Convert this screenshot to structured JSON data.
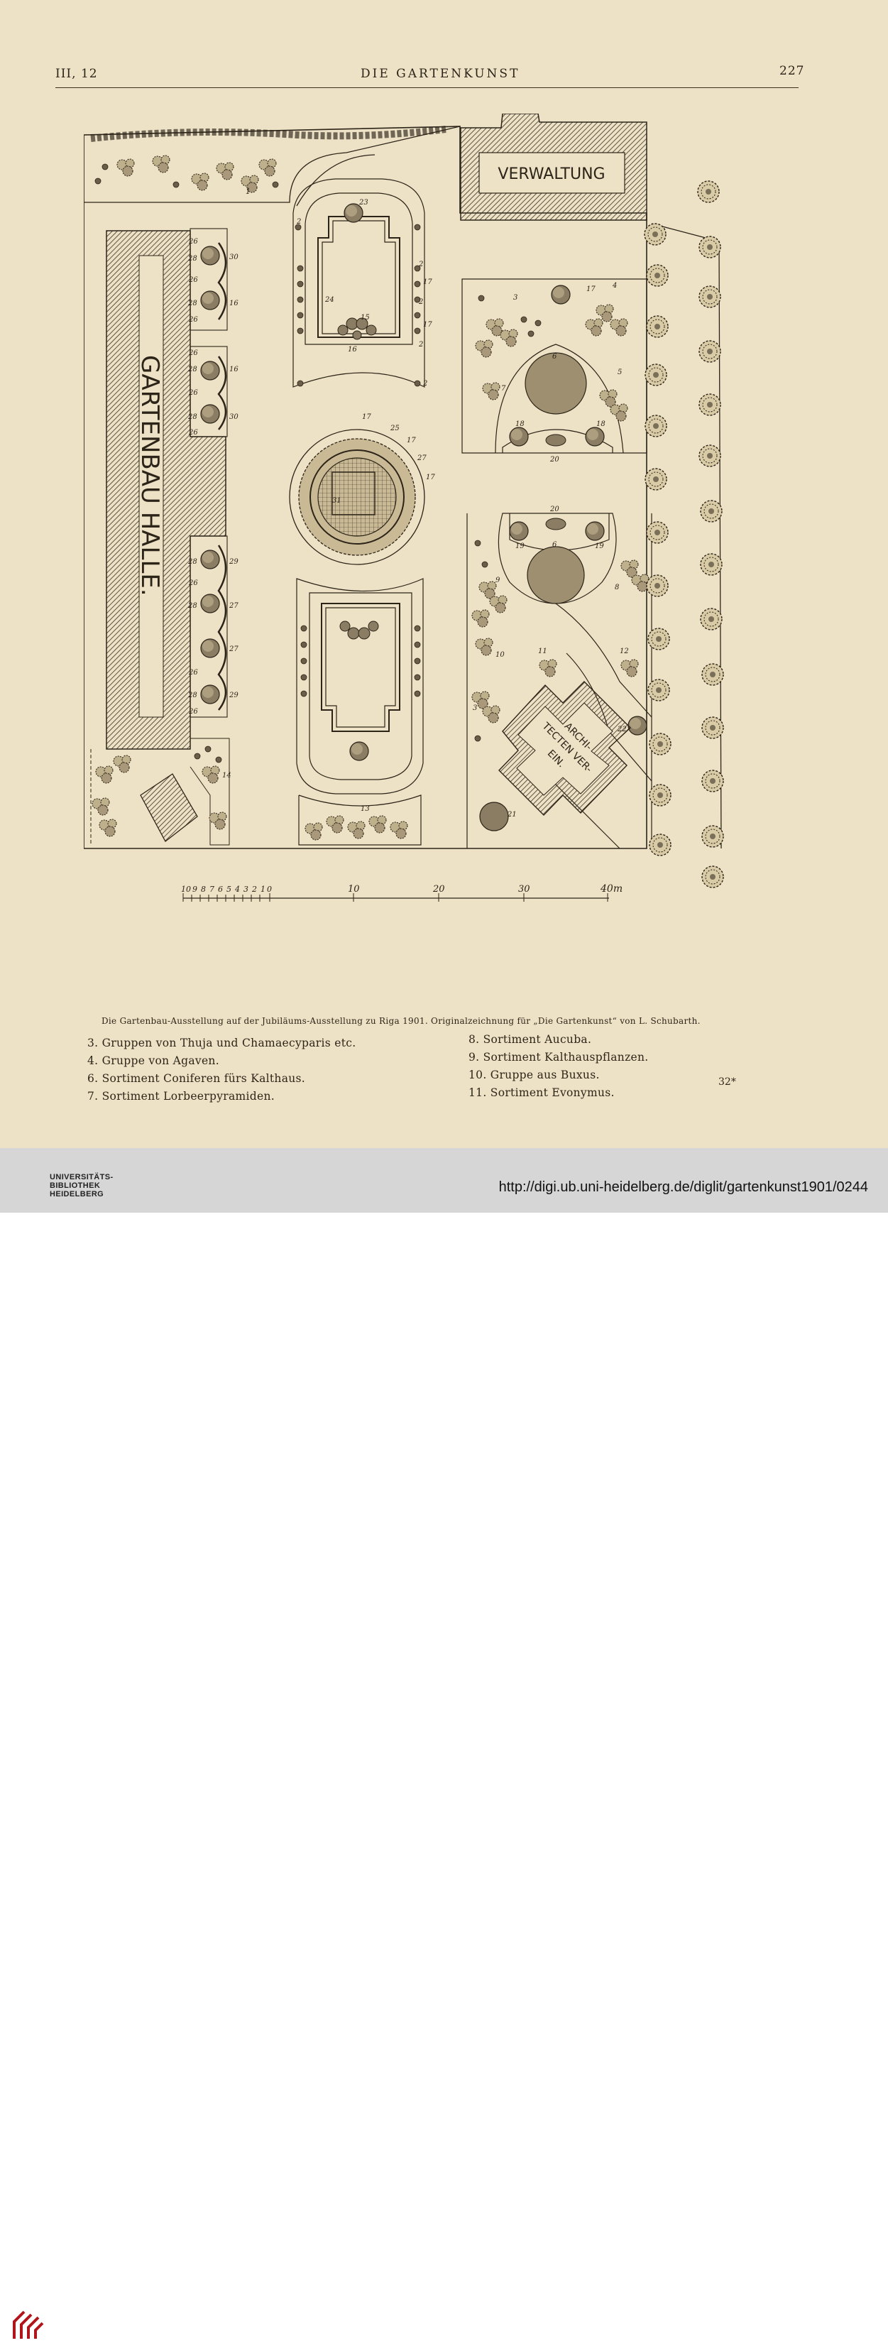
{
  "header": {
    "left": "III, 12",
    "title": "DIE GARTENKUNST",
    "page_number": "227"
  },
  "plan": {
    "buildings": {
      "admin": "VERWALTUNG",
      "hall": "GARTENBAU HALLE.",
      "archi_line1": "ARCHI-",
      "archi_line2": "TECTEN VER-",
      "archi_line3": "EIN."
    },
    "scale": {
      "ticks": [
        "10",
        "9",
        "8",
        "7",
        "6",
        "5",
        "4",
        "3",
        "2",
        "1",
        "0"
      ],
      "marks": [
        "10",
        "20",
        "30",
        "40m"
      ]
    },
    "numbers": {
      "n1": "1",
      "n2a": "2",
      "n2b": "2",
      "n2c": "2",
      "n2d": "2",
      "n2e": "2",
      "n3a": "3",
      "n3b": "3",
      "n4": "4",
      "n5": "5",
      "n6a": "6",
      "n6b": "6",
      "n7": "7",
      "n8": "8",
      "n9": "9",
      "n10": "10",
      "n11": "11",
      "n12": "12",
      "n13": "13",
      "n14": "14",
      "n15": "15",
      "n16": "16",
      "n16b": "16",
      "n16c": "16",
      "n17a": "17",
      "n17b": "17",
      "n17c": "17",
      "n17d": "17",
      "n17e": "17",
      "n17f": "17",
      "n18a": "18",
      "n18b": "18",
      "n19a": "19",
      "n19b": "19",
      "n20a": "20",
      "n20b": "20",
      "n21": "21",
      "n22": "22",
      "n23": "23",
      "n24": "24",
      "n25": "25",
      "n26a": "26",
      "n26b": "26",
      "n26c": "26",
      "n26d": "26",
      "n26e": "26",
      "n26f": "26",
      "n26g": "26",
      "n26h": "26",
      "n26i": "26",
      "n27a": "27",
      "n27b": "27",
      "n27c": "27",
      "n28a": "28",
      "n28b": "28",
      "n28c": "28",
      "n28d": "28",
      "n28e": "28",
      "n28f": "28",
      "n28g": "28",
      "n29a": "29",
      "n29b": "29",
      "n30a": "30",
      "n30b": "30",
      "n31": "31"
    }
  },
  "caption": "Die Gartenbau-Ausstellung auf der Jubiläums-Ausstellung zu Riga 1901.  Originalzeichnung für „Die Gartenkunst“ von L. Schubarth.",
  "legend_left": [
    "3. Gruppen von Thuja und Chamaecyparis etc.",
    "4. Gruppe von Agaven.",
    "6. Sortiment Coniferen fürs Kalthaus.",
    "7. Sortiment Lorbeerpyramiden."
  ],
  "legend_right": [
    "8. Sortiment Aucuba.",
    "9. Sortiment Kalthauspflanzen.",
    "10. Gruppe aus Buxus.",
    "11. Sortiment Evonymus."
  ],
  "signature": "32*",
  "footer": {
    "logo_line1": "UNIVERSITÄTS-",
    "logo_line2": "BIBLIOTHEK",
    "logo_line3": "HEIDELBERG",
    "url": "http://digi.ub.uni-heidelberg.de/diglit/gartenkunst1901/0244"
  },
  "colors": {
    "paper": "#ede2c6",
    "ink": "#2c2418",
    "footer_bg": "#d6d6d6",
    "logo_red": "#b0151b"
  }
}
